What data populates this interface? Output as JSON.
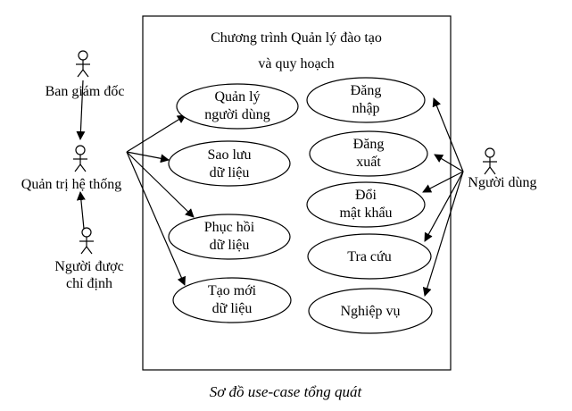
{
  "system": {
    "title_line1": "Chương trình Quản lý đào tạo",
    "title_line2": "và quy hoạch"
  },
  "actors": {
    "ban_giam_doc": "Ban giám đốc",
    "quan_tri": "Quản trị hệ thống",
    "nguoi_duoc_chi_dinh_line1": "Người được",
    "nguoi_duoc_chi_dinh_line2": "chỉ định",
    "nguoi_dung": "Người dùng"
  },
  "use_cases_left": [
    {
      "line1": "Quản lý",
      "line2": "người dùng"
    },
    {
      "line1": "Sao lưu",
      "line2": "dữ liệu"
    },
    {
      "line1": "Phục hồi",
      "line2": "dữ liệu"
    },
    {
      "line1": "Tạo mới",
      "line2": "dữ liệu"
    }
  ],
  "use_cases_right": [
    {
      "line1": "Đăng",
      "line2": "nhập"
    },
    {
      "line1": "Đăng",
      "line2": "xuất"
    },
    {
      "line1": "Đổi",
      "line2": "mật khẩu"
    },
    {
      "line1": "Tra cứu",
      "line2": ""
    },
    {
      "line1": "Nghiệp vụ",
      "line2": ""
    }
  ],
  "caption": "Sơ đồ use-case tổng quát"
}
